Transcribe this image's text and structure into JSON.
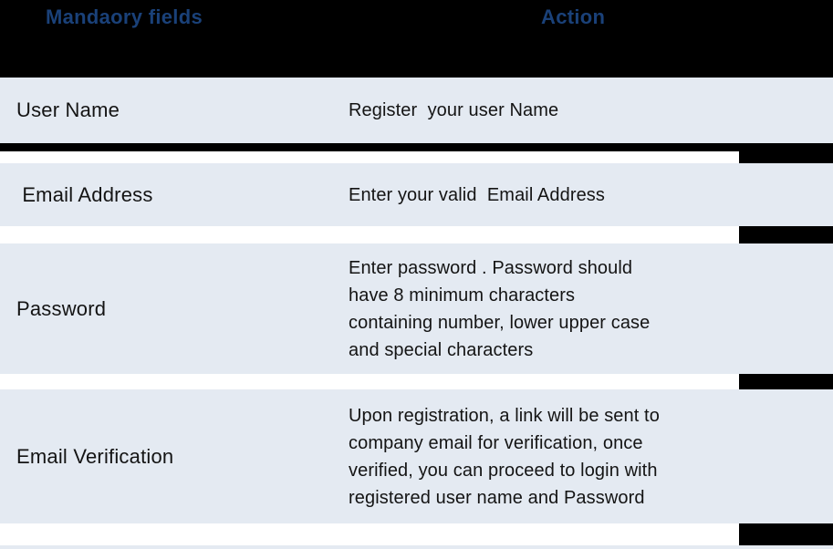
{
  "table": {
    "headers": {
      "mandatory_fields": "Mandaory fields",
      "action": "Action"
    },
    "rows": [
      {
        "field": "User Name",
        "action": "Register  your user Name"
      },
      {
        "field": " Email Address",
        "action": "Enter your valid  Email Address"
      },
      {
        "field": "Password",
        "action": "Enter password . Password should\nhave 8 minimum characters\ncontaining number, lower upper case\nand special characters"
      },
      {
        "field": "Email Verification",
        "action": "Upon registration, a link will be sent to\ncompany email for verification, once\nverified, you can proceed to login with\nregistered user name and Password"
      }
    ]
  },
  "colors": {
    "header_bg": "#000000",
    "header_text": "#1a4179",
    "row_bg": "#e4eaf2",
    "body_text": "#141414",
    "gap_bg": "#ffffff",
    "separator": "#000000"
  }
}
